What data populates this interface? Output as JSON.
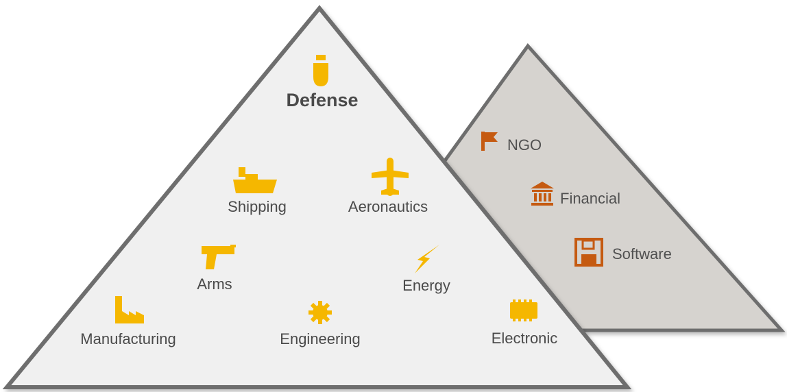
{
  "primary": {
    "title": "Defense",
    "title_icon": "bomb-icon",
    "items": [
      {
        "label": "Shipping",
        "icon": "ship-icon"
      },
      {
        "label": "Aeronautics",
        "icon": "airplane-icon"
      },
      {
        "label": "Arms",
        "icon": "gun-icon"
      },
      {
        "label": "Energy",
        "icon": "lightning-icon"
      },
      {
        "label": "Manufacturing",
        "icon": "factory-icon"
      },
      {
        "label": "Engineering",
        "icon": "gear-icon"
      },
      {
        "label": "Electronic",
        "icon": "chip-icon"
      }
    ],
    "icon_color": "#f5b700",
    "fill_color": "#f0f0f0"
  },
  "secondary": {
    "items": [
      {
        "label": "NGO",
        "icon": "flag-icon"
      },
      {
        "label": "Financial",
        "icon": "bank-icon"
      },
      {
        "label": "Software",
        "icon": "floppy-disk-icon"
      }
    ],
    "icon_color": "#c55a11",
    "fill_color": "#d6d3cf"
  },
  "stroke_color": "#6e6e6e"
}
